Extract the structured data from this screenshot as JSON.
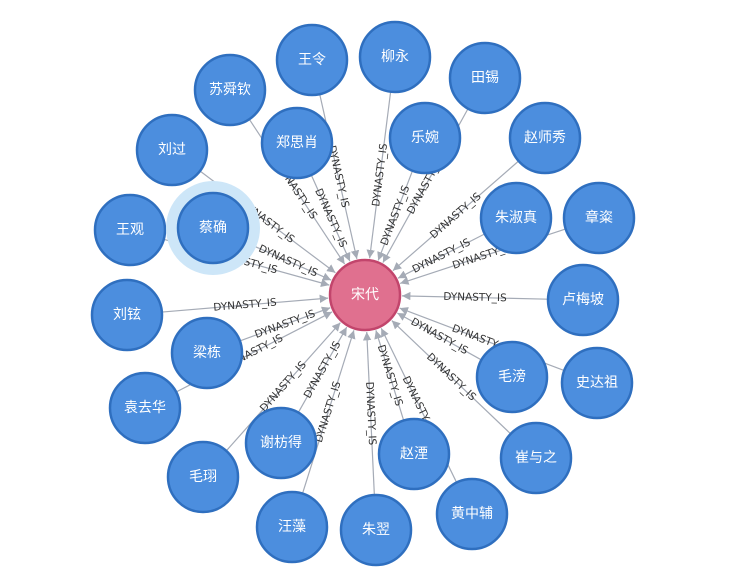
{
  "graph": {
    "relationship_label": "DYNASTY_IS",
    "colors": {
      "person_fill": "#4c8ede",
      "person_stroke": "#2f6fbf",
      "dynasty_fill": "#e0708f",
      "dynasty_stroke": "#c2456c",
      "edge": "#a5abb6",
      "selection_halo": "#cde6f8"
    },
    "center": {
      "id": "song",
      "label": "宋代",
      "type": "dynasty"
    },
    "selected_node": "caique",
    "nodes": [
      {
        "id": "wangling",
        "label": "王令"
      },
      {
        "id": "liuyong",
        "label": "柳永"
      },
      {
        "id": "tianxi",
        "label": "田锡"
      },
      {
        "id": "sushunqin",
        "label": "苏舜钦"
      },
      {
        "id": "zhaoshixiu",
        "label": "赵师秀"
      },
      {
        "id": "liuguo",
        "label": "刘过"
      },
      {
        "id": "zhengsixiao",
        "label": "郑思肖"
      },
      {
        "id": "lewan",
        "label": "乐婉"
      },
      {
        "id": "zhushuzhen",
        "label": "朱淑真"
      },
      {
        "id": "zhangjie",
        "label": "章粢"
      },
      {
        "id": "wangguan",
        "label": "王观"
      },
      {
        "id": "caique",
        "label": "蔡确"
      },
      {
        "id": "lumeipo",
        "label": "卢梅坡"
      },
      {
        "id": "liuxuan",
        "label": "刘铉"
      },
      {
        "id": "liangdong",
        "label": "梁栋"
      },
      {
        "id": "maopang",
        "label": "毛滂"
      },
      {
        "id": "shidazu",
        "label": "史达祖"
      },
      {
        "id": "yuanquhua",
        "label": "袁去华"
      },
      {
        "id": "cuiyuzhi",
        "label": "崔与之"
      },
      {
        "id": "xiefangde",
        "label": "谢枋得"
      },
      {
        "id": "zhaoyin",
        "label": "赵湮"
      },
      {
        "id": "maoxu",
        "label": "毛珝"
      },
      {
        "id": "huangzhongfu",
        "label": "黄中辅"
      },
      {
        "id": "wangzao",
        "label": "汪藻"
      },
      {
        "id": "zhuyi",
        "label": "朱翌"
      }
    ]
  }
}
